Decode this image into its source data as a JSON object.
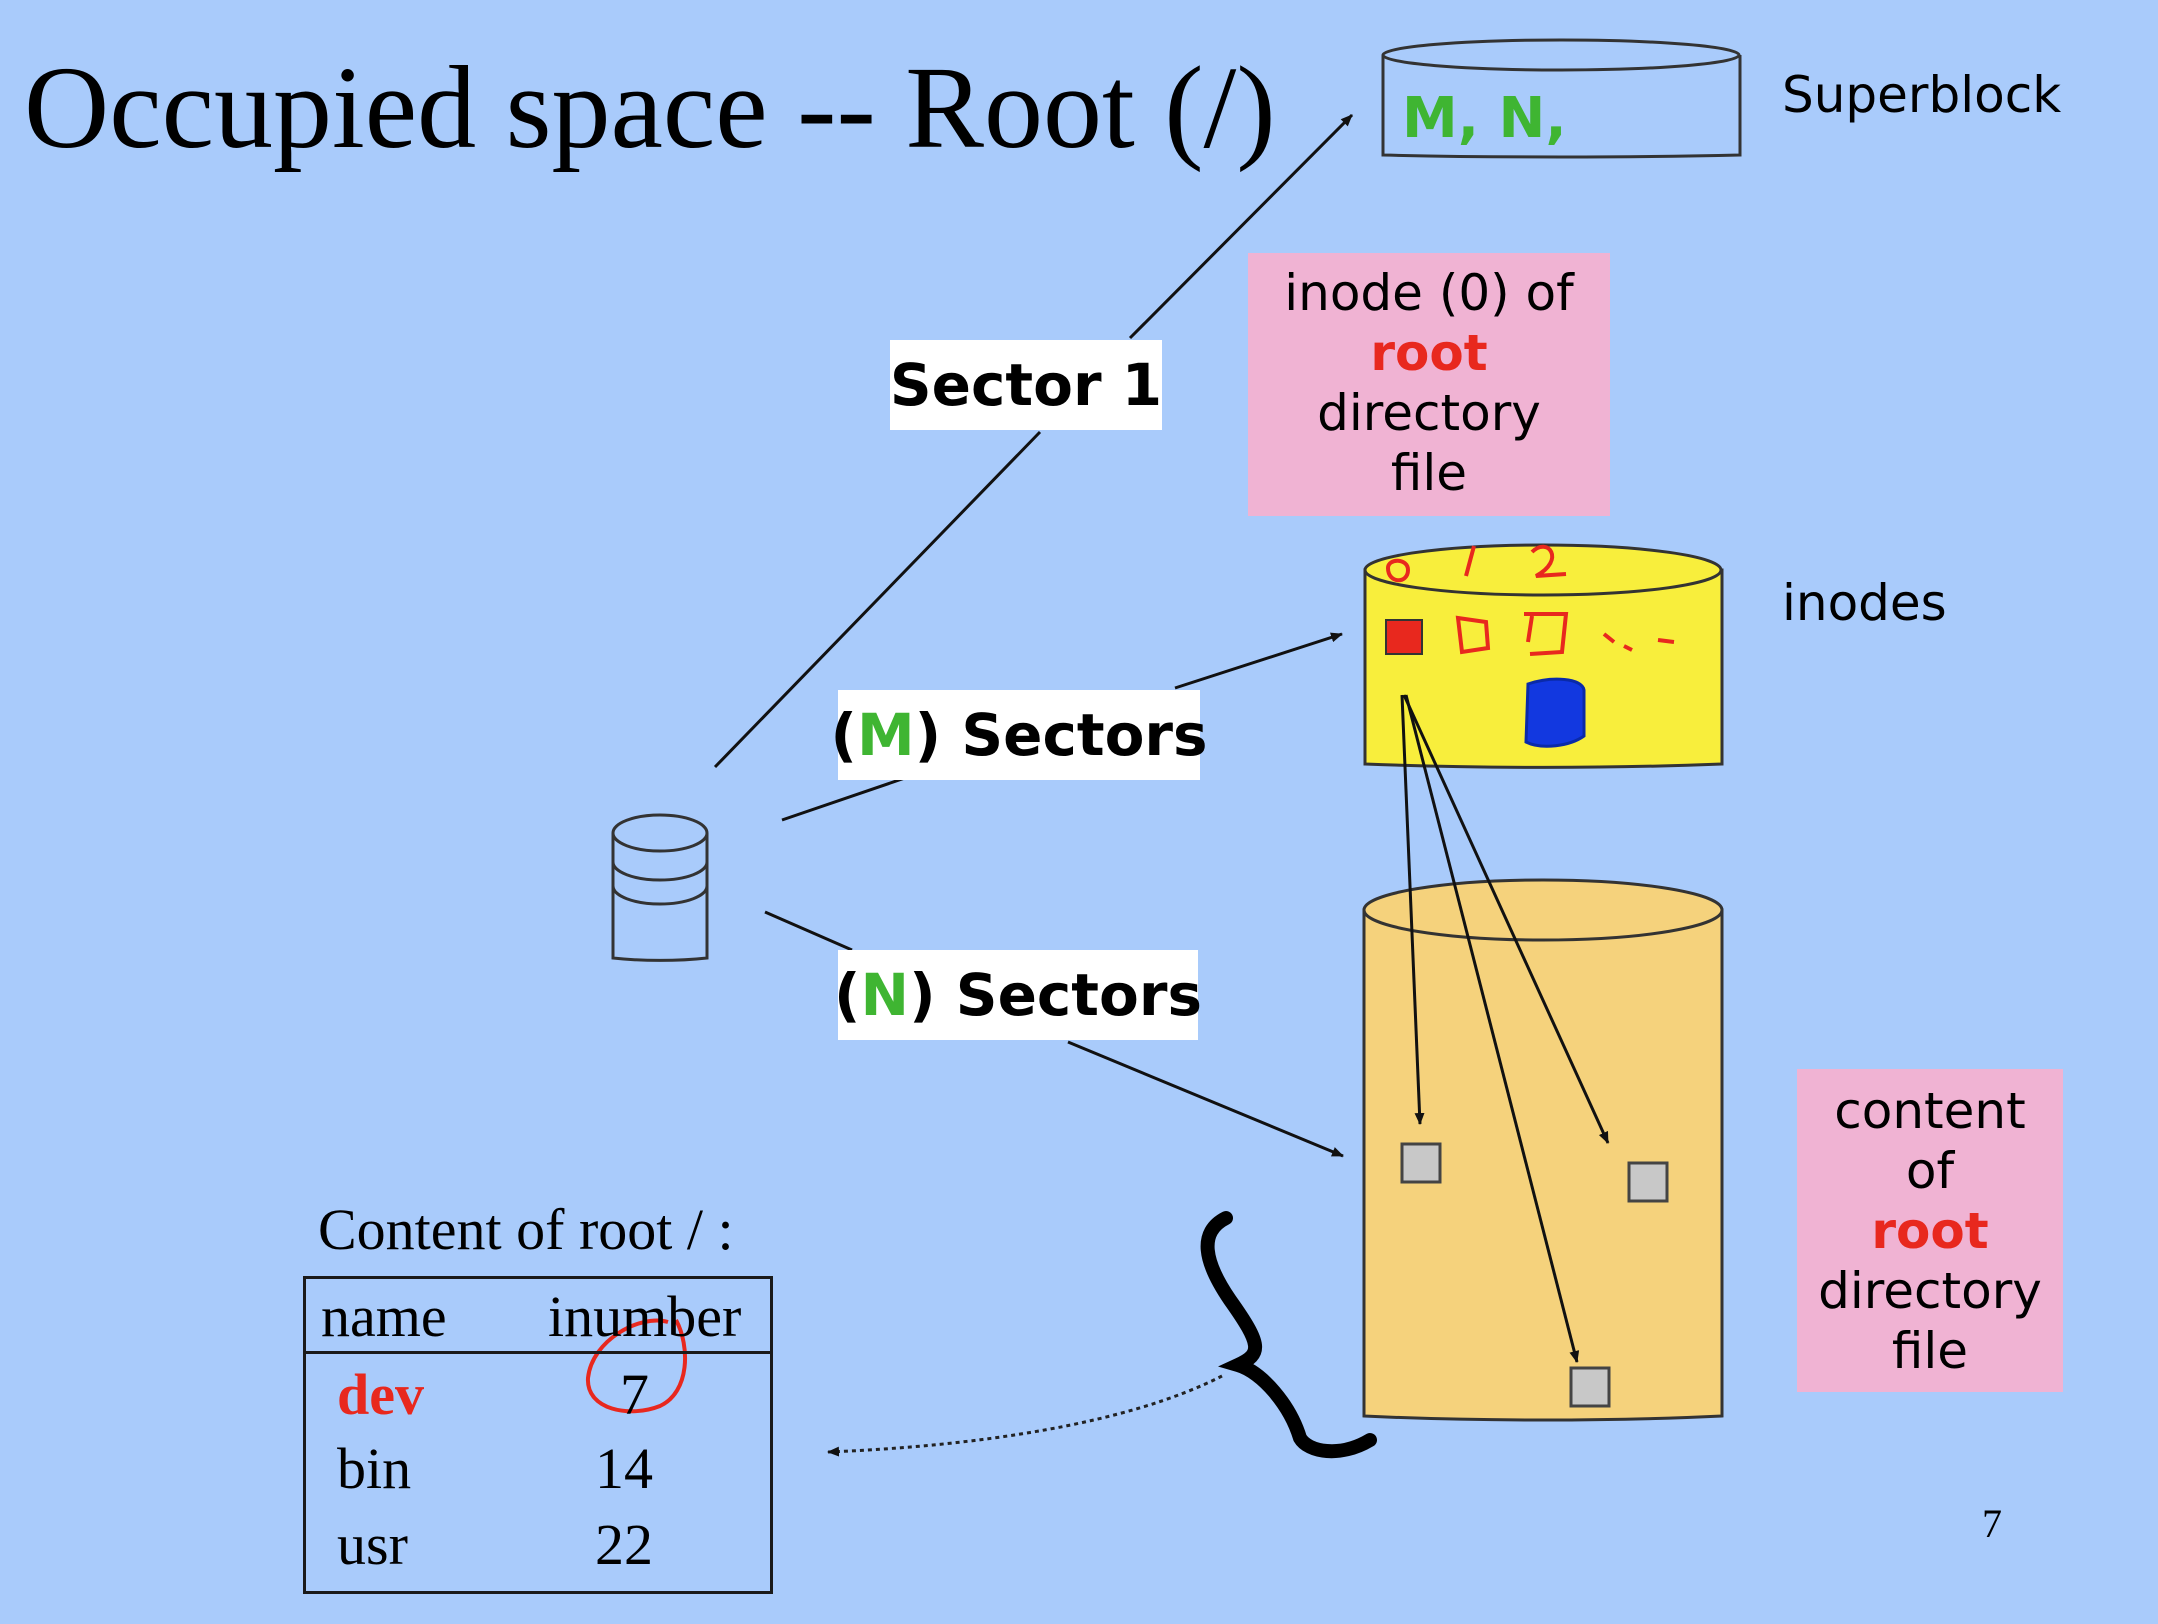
{
  "slide": {
    "title": "Occupied space -- Root (/)",
    "page_number": "7"
  },
  "superblock": {
    "label": "Superblock",
    "content": "M, N,"
  },
  "inodes": {
    "label": "inodes",
    "handwritten_indices": "0 1 2"
  },
  "inode_note": {
    "line1": "inode (0) of",
    "line2": "root",
    "line3": "directory",
    "line4": "file"
  },
  "content_note": {
    "line1": "content",
    "line2": "of",
    "line3": "root",
    "line4": "directory",
    "line5": "file"
  },
  "links": {
    "sector1": "Sector 1",
    "m_open": "(",
    "m_letter": "M",
    "m_close": ") Sectors",
    "n_open": "(",
    "n_letter": "N",
    "n_close": ") Sectors"
  },
  "root_table": {
    "caption": "Content of  root / :",
    "columns": [
      "name",
      "inumber"
    ],
    "rows": [
      {
        "name": "dev",
        "inumber": "7"
      },
      {
        "name": "bin",
        "inumber": "14"
      },
      {
        "name": "usr",
        "inumber": "22"
      }
    ]
  },
  "colors": {
    "background": "#a9cbfb",
    "inode_cylinder": "#f8ee3c",
    "data_cylinder": "#f5d27c",
    "note_pink": "#f0b3d3",
    "accent_red": "#e8281e",
    "accent_green": "#3fb532",
    "marker_blue": "#1238e0"
  }
}
